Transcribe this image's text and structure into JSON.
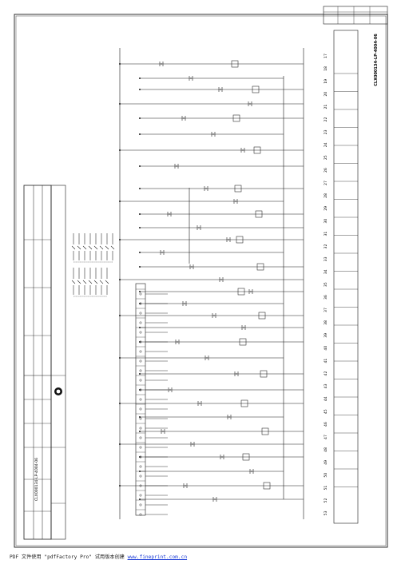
{
  "drawing": {
    "number": "CLX000134-LP-4004-06"
  },
  "line_numbers": [
    "17",
    "18",
    "19",
    "20",
    "21",
    "22",
    "23",
    "24",
    "25",
    "26",
    "27",
    "28",
    "29",
    "30",
    "31",
    "32",
    "33",
    "34",
    "35",
    "36",
    "37",
    "38",
    "39",
    "40",
    "41",
    "42",
    "43",
    "44",
    "45",
    "46",
    "47",
    "48",
    "49",
    "50",
    "51",
    "52",
    "53"
  ],
  "function_labels": [
    "",
    "",
    "",
    "",
    "",
    "",
    "",
    "",
    "",
    "",
    "",
    "",
    "",
    "",
    "",
    "",
    "",
    "",
    "",
    "",
    "",
    "",
    "",
    ""
  ],
  "revision_header": [
    "",
    "",
    "",
    ""
  ],
  "title_block": {
    "company": "",
    "project": "",
    "sheet_title": "",
    "notes_title": "",
    "notes": [
      "",
      ""
    ]
  },
  "footer": {
    "prefix": "PDF 文件使用 \"pdfFactory Pro\" 试用版本创建 ",
    "link": "www.fineprint.com.cn"
  },
  "colors": {
    "line": "#1c1c1c",
    "paper": "#ffffff",
    "footer_link": "#1a3bd6"
  }
}
